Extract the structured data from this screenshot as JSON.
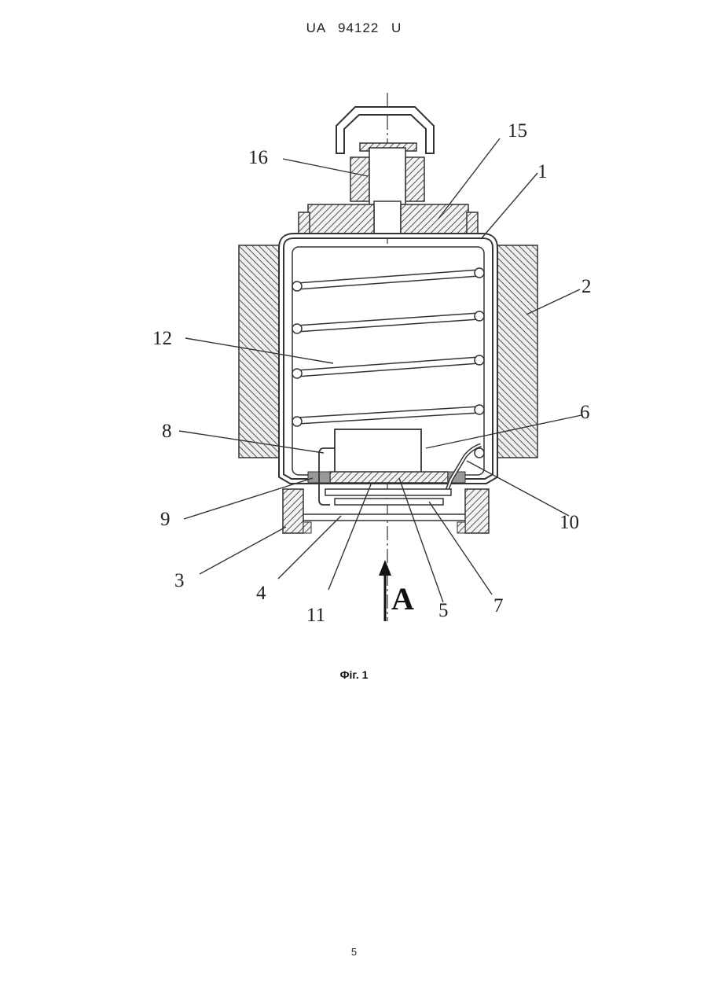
{
  "header": {
    "patent_number": "UA 94122 U"
  },
  "figure": {
    "labels": {
      "l1": "1",
      "l2": "2",
      "l3": "3",
      "l4": "4",
      "l5": "5",
      "l6": "6",
      "l7": "7",
      "l8": "8",
      "l9": "9",
      "l10": "10",
      "l11": "11",
      "l12": "12",
      "l15": "15",
      "l16": "16",
      "arrow": "A"
    },
    "caption": "Фіг. 1"
  },
  "page_number": "5"
}
